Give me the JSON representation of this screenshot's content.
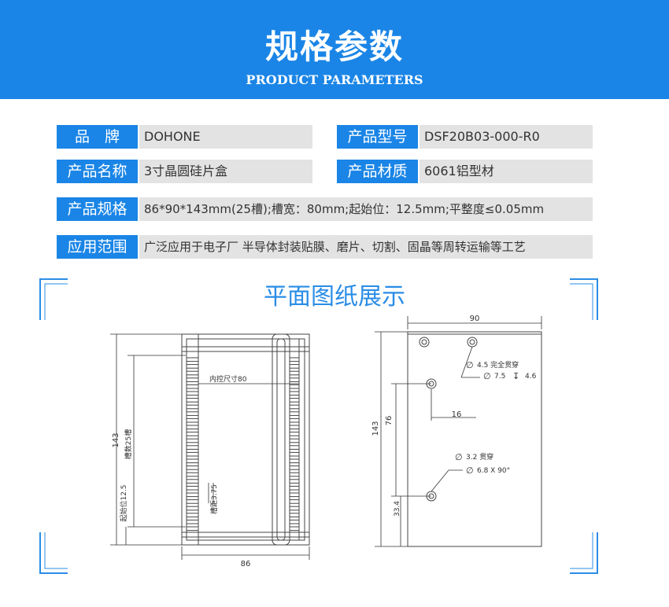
{
  "header": {
    "title": "规格参数",
    "subtitle": "PRODUCT PARAMETERS"
  },
  "specs": {
    "brand_label": "品　牌",
    "brand_value": "DOHONE",
    "model_label": "产品型号",
    "model_value": "DSF20B03-000-R0",
    "name_label": "产品名称",
    "name_value": "3寸晶圆硅片盒",
    "material_label": "产品材质",
    "material_value": "6061铝型材",
    "spec_label": "产品规格",
    "spec_value": "86*90*143mm(25槽);槽宽：80mm;起始位：12.5mm;平整度≤0.05mm",
    "application_label": "应用范围",
    "application_value": "广泛应用于电子厂 半导体封装贴膜、磨片、切割、固晶等周转运输等工艺"
  },
  "drawing": {
    "section_title": "平面图纸展示",
    "left": {
      "height_dim": "143",
      "slots_label": "槽数25槽",
      "start_label": "起始位12.5",
      "pitch_label": "槽距3.75",
      "inner_label": "内控尺寸80",
      "width_dim": "86"
    },
    "right": {
      "width_dim": "90",
      "height_dim": "143",
      "hole_pitch_dim": "76",
      "offset_dim": "16",
      "bottom_dim": "33.4",
      "hole1_note": "4.5 完全贯穿",
      "hole1_cbore": "7.5",
      "hole1_depth": "4.6",
      "hole2_note": "3.2 贯穿",
      "hole2_csink": "6.8 X 90°"
    }
  },
  "colors": {
    "brand_blue": "#1a85e6",
    "value_gray": "#e3e3e3",
    "title_blue": "#2a8de6"
  }
}
